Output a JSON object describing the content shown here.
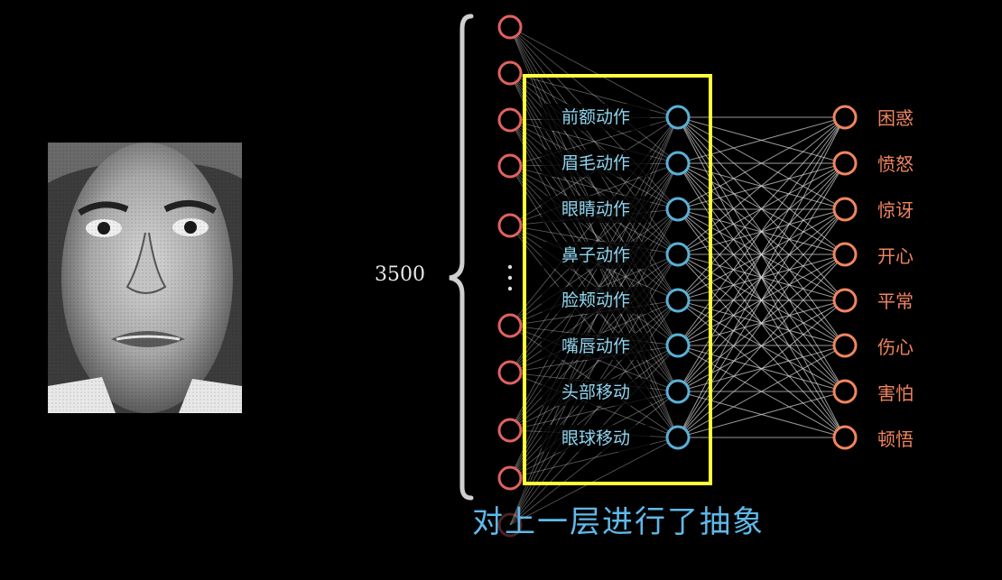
{
  "input_layer": {
    "count_label": "3500",
    "color": "#e0625f"
  },
  "hidden_layer": {
    "color": "#5ab0d6",
    "features": [
      "前额动作",
      "眉毛动作",
      "眼睛动作",
      "鼻子动作",
      "脸颊动作",
      "嘴唇动作",
      "头部移动",
      "眼球移动"
    ]
  },
  "output_layer": {
    "color": "#f0855f",
    "emotions": [
      "困惑",
      "愤怒",
      "惊讶",
      "开心",
      "平常",
      "伤心",
      "害怕",
      "顿悟"
    ]
  },
  "highlight_box_color": "#ffff3c",
  "caption": "对上一层进行了抽象"
}
